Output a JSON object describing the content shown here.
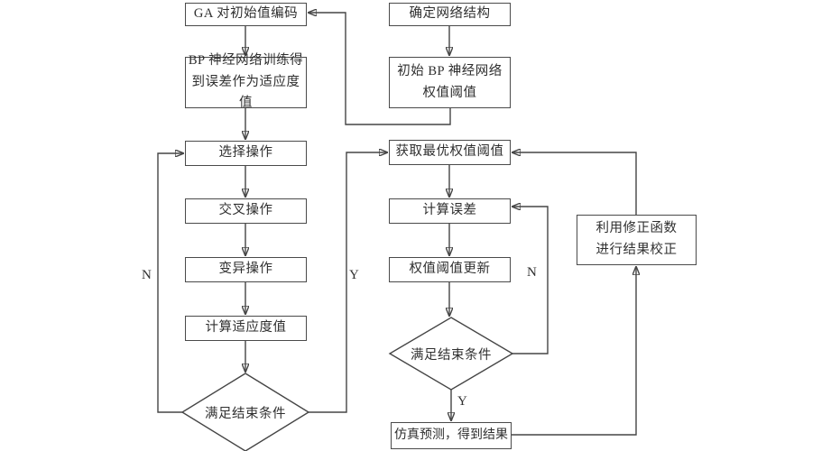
{
  "diagram": {
    "type": "flowchart",
    "language": "zh-CN",
    "colors": {
      "background": "#ffffff",
      "node_fill": "#ffffff",
      "node_border": "#4a4a4a",
      "line": "#454545",
      "text": "#2f2f2f"
    },
    "nodes": {
      "ga_encode": {
        "label": "GA 对初始值编码",
        "shape": "rect"
      },
      "bp_train": {
        "label": "BP 神经网络训练得\n到误差作为适应度值",
        "shape": "rect"
      },
      "select_op": {
        "label": "选择操作",
        "shape": "rect"
      },
      "crossover_op": {
        "label": "交叉操作",
        "shape": "rect"
      },
      "mutation_op": {
        "label": "变异操作",
        "shape": "rect"
      },
      "calc_fitness": {
        "label": "计算适应度值",
        "shape": "rect"
      },
      "ga_end_condition": {
        "label": "满足结束条件",
        "shape": "diamond"
      },
      "define_network": {
        "label": "确定网络结构",
        "shape": "rect"
      },
      "init_weights": {
        "label": "初始 BP 神经网络\n权值阈值",
        "shape": "rect"
      },
      "get_best_weights": {
        "label": "获取最优权值阈值",
        "shape": "rect"
      },
      "calc_error": {
        "label": "计算误差",
        "shape": "rect"
      },
      "update_weights": {
        "label": "权值阈值更新",
        "shape": "rect"
      },
      "bp_end_condition": {
        "label": "满足结束条件",
        "shape": "diamond"
      },
      "simulate_predict": {
        "label": "仿真预测，得到结果",
        "shape": "rect"
      },
      "correction": {
        "label": "利用修正函数\n进行结果校正",
        "shape": "rect"
      }
    },
    "branch_labels": {
      "ga_no": "N",
      "ga_yes": "Y",
      "bp_no": "N",
      "bp_yes": "Y"
    }
  }
}
